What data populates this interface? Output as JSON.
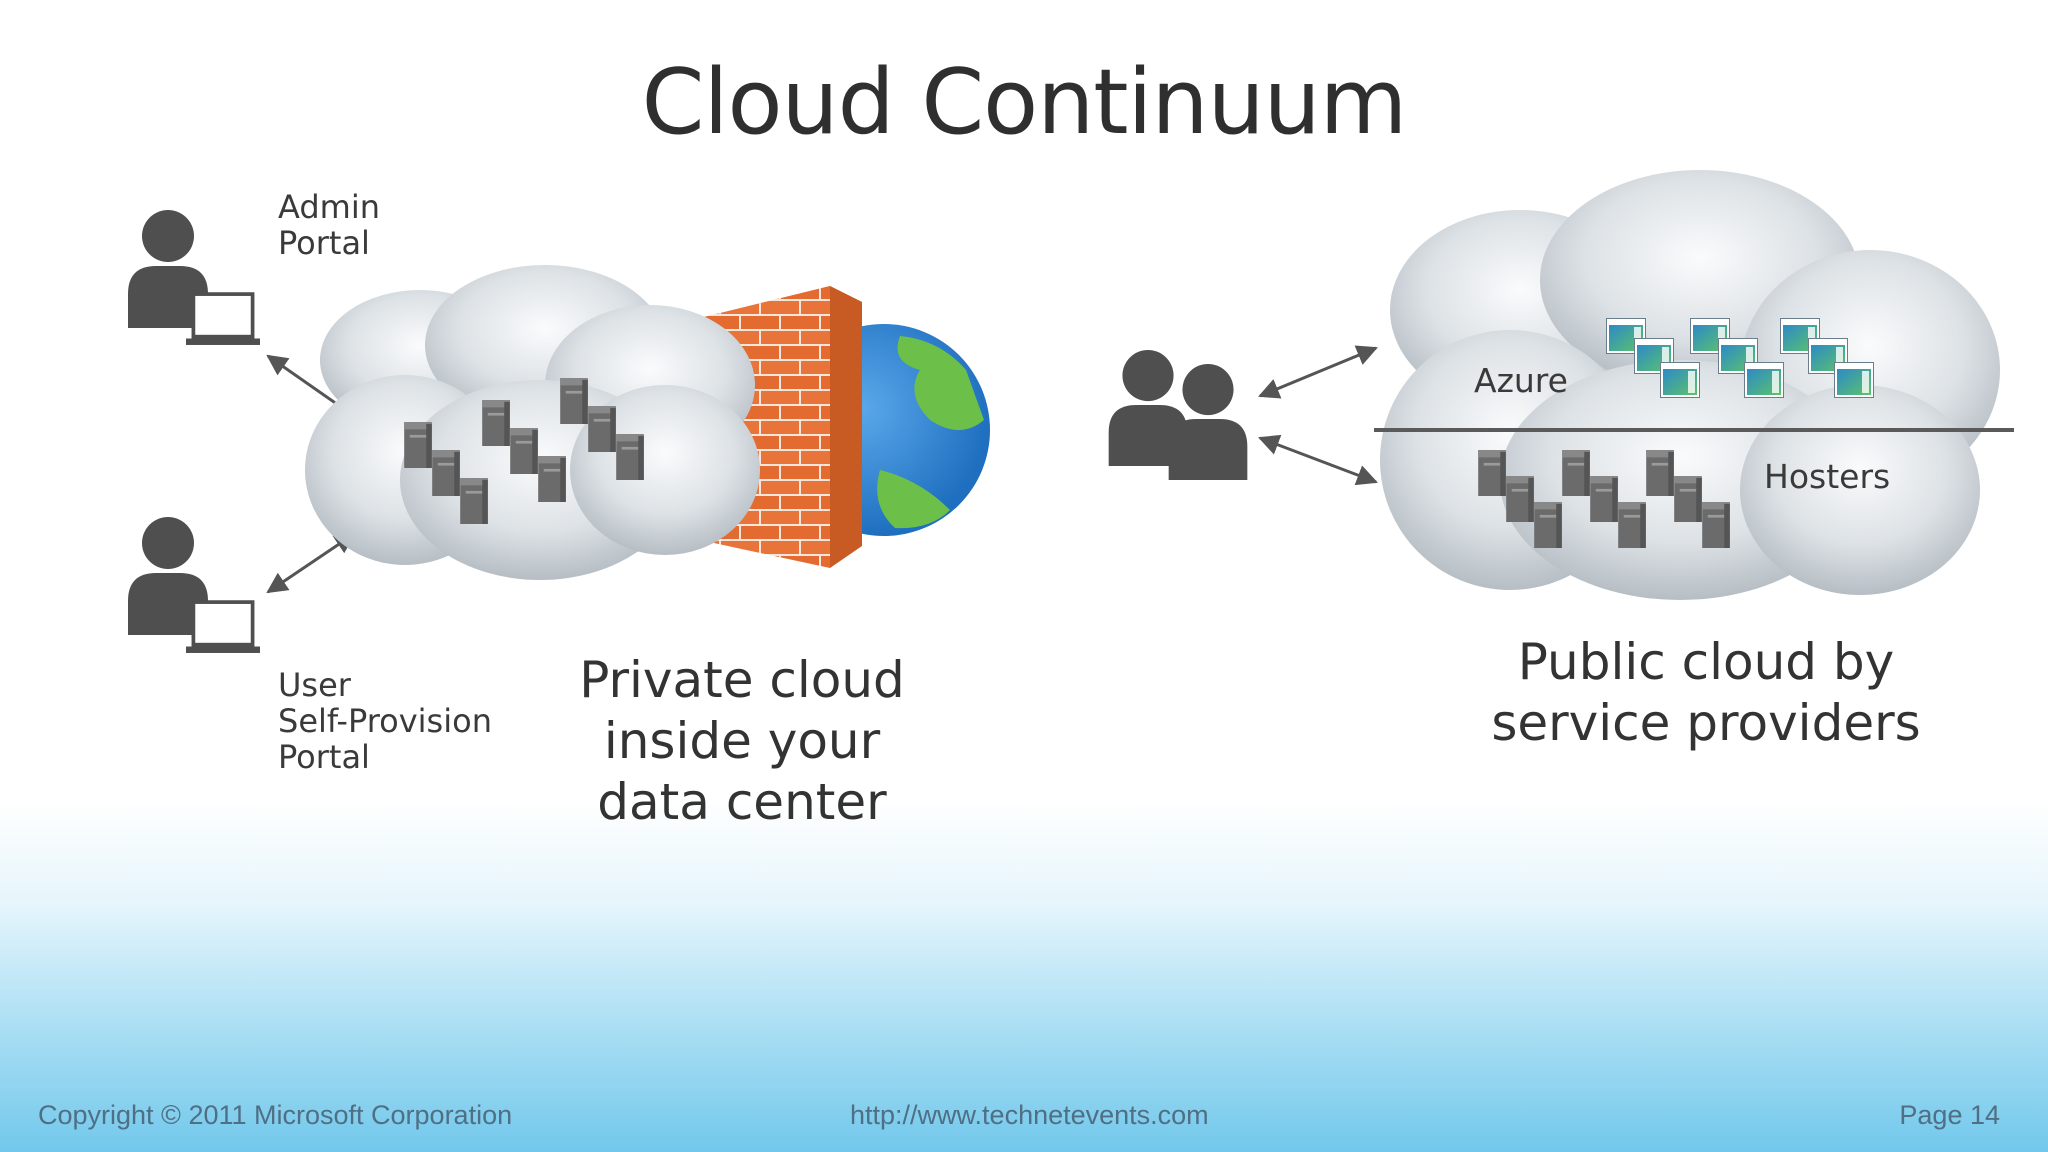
{
  "slide": {
    "title": "Cloud Continuum"
  },
  "diagram": {
    "left": {
      "admin_label": [
        "Admin",
        "Portal"
      ],
      "user_label": [
        "User",
        "Self-Provision",
        "Portal"
      ],
      "caption": [
        "Private cloud",
        "inside your",
        "data center"
      ]
    },
    "right": {
      "azure_label": "Azure",
      "hosters_label": "Hosters",
      "caption": [
        "Public cloud by",
        "service providers"
      ]
    },
    "icons": [
      "person-icon",
      "laptop-icon",
      "server-icon",
      "firewall-icon",
      "globe-icon",
      "cloud-icon",
      "people-icon",
      "app-window-icon"
    ],
    "colors": {
      "firewall": "#e8743a",
      "globe_ocean": "#2f86d4",
      "globe_land": "#6cc04a",
      "server": "#6a6a6a",
      "person": "#4f4f4f"
    }
  },
  "footer": {
    "copyright": "Copyright © 2011 Microsoft Corporation",
    "url": "http://www.technetevents.com",
    "page": "Page  14"
  }
}
